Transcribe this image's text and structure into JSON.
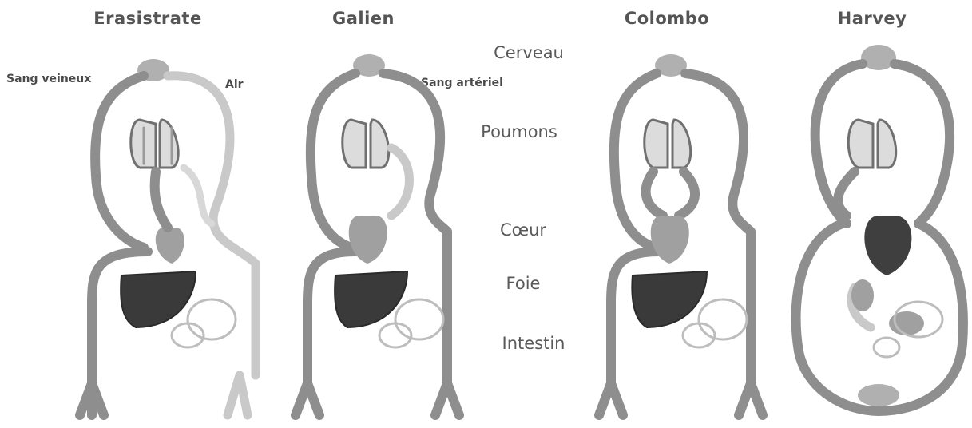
{
  "figure": {
    "panels": [
      {
        "title": "Erasistrate"
      },
      {
        "title": "Galien"
      },
      {
        "title": "Colombo"
      },
      {
        "title": "Harvey"
      }
    ],
    "organ_labels": {
      "brain": "Cerveau",
      "lungs": "Poumons",
      "heart": "Cœur",
      "liver": "Foie",
      "intestine": "Intestin"
    },
    "annotations": {
      "venous_blood": "Sang veineux",
      "air": "Air",
      "arterial_blood": "Sang artériel"
    },
    "colors": {
      "vessel": "#8e8e8e",
      "light_vessel": "#c9c9c9",
      "liver": "#3a3a3a",
      "heart_harvey": "#3f3f3f"
    }
  }
}
